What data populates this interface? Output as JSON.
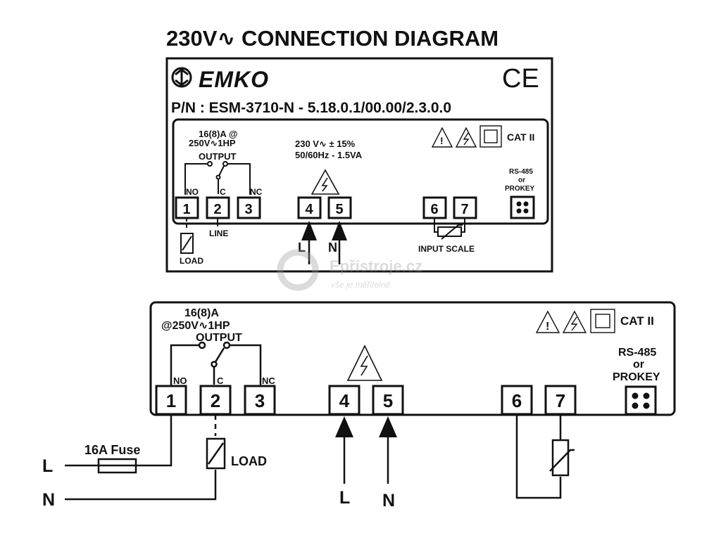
{
  "title": "230V∿ CONNECTION DIAGRAM",
  "label": {
    "brand": "EMKO",
    "ce_mark": "CE",
    "part_number": "P/N : ESM-3710-N - 5.18.0.1/00.00/2.3.0.0",
    "rating_line1": "16(8)A @",
    "rating_line2": "250V∿1HP",
    "output": "OUTPUT",
    "supply_line1": "230 V∿  ± 15%",
    "supply_line2": "50/60Hz - 1.5VA",
    "category": "CAT II",
    "rs485_line1": "RS-485",
    "rs485_line2": "or",
    "rs485_line3": "PROKEY",
    "terminal_tags": [
      "NO",
      "C",
      "NC"
    ],
    "terminals": [
      "1",
      "2",
      "3",
      "4",
      "5",
      "6",
      "7"
    ],
    "line": "LINE",
    "load": "LOAD",
    "phase": "L",
    "neutral": "N",
    "input_scale": "INPUT SCALE"
  },
  "wiring": {
    "rating_line1": "16(8)A",
    "rating_line2": "@250V∿1HP",
    "output": "OUTPUT",
    "category": "CAT II",
    "rs485_line1": "RS-485",
    "rs485_line2": "or",
    "rs485_line3": "PROKEY",
    "terminal_tags": [
      "NO",
      "C",
      "NC"
    ],
    "terminals": [
      "1",
      "2",
      "3",
      "4",
      "5",
      "6",
      "7"
    ],
    "fuse": "16A Fuse",
    "load": "LOAD",
    "phase": "L",
    "neutral": "N"
  },
  "watermark": {
    "site": "Epřístroje.cz",
    "tagline": "vše je měřitelné"
  }
}
